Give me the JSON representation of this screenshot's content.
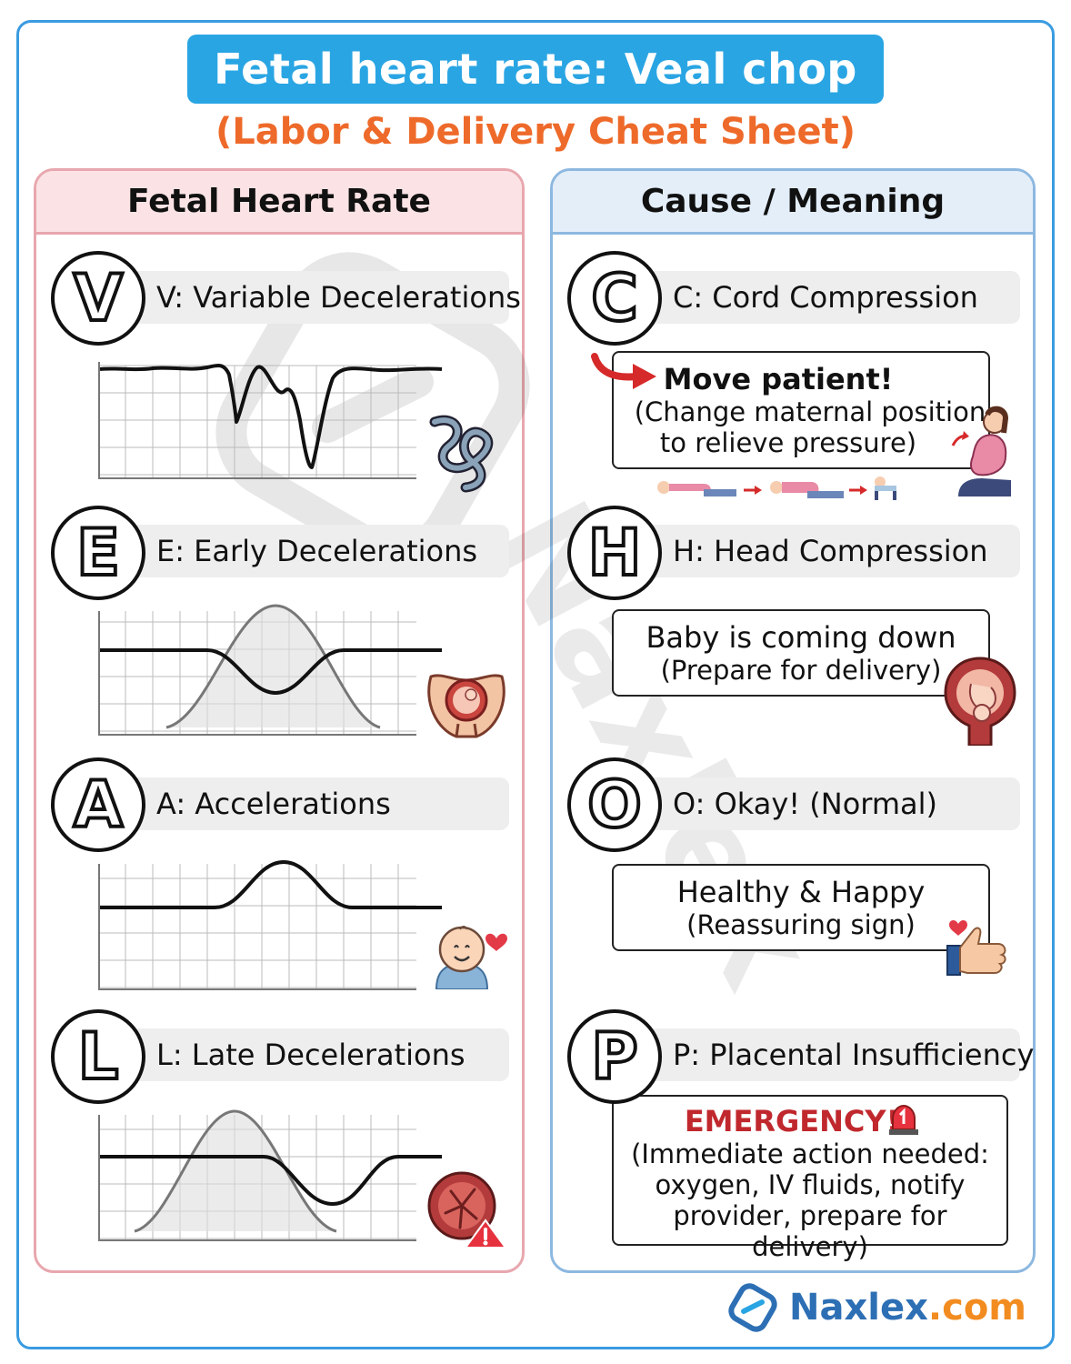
{
  "title": "Fetal heart rate: Veal chop",
  "subtitle": "(Labor & Delivery Cheat Sheet)",
  "columns": {
    "left_header": "Fetal Heart Rate",
    "right_header": "Cause / Meaning"
  },
  "fhr": [
    {
      "letter": "V",
      "label": "V: Variable Decelerations"
    },
    {
      "letter": "E",
      "label": "E: Early Decelerations"
    },
    {
      "letter": "A",
      "label": "A: Accelerations"
    },
    {
      "letter": "L",
      "label": "L: Late Decelerations"
    }
  ],
  "causes": [
    {
      "letter": "C",
      "label": "C: Cord Compression",
      "main": "Move patient!",
      "sub1": "(Change maternal position",
      "sub2": "to relieve pressure)"
    },
    {
      "letter": "H",
      "label": "H: Head Compression",
      "main": "Baby is coming down",
      "sub1": "(Prepare for delivery)"
    },
    {
      "letter": "O",
      "label": "O: Okay! (Normal)",
      "main": "Healthy & Happy",
      "sub1": "(Reassuring sign)"
    },
    {
      "letter": "P",
      "label": "P: Placental Insufficiency",
      "main": "EMERGENCY!",
      "sub1": "(Immediate action needed:",
      "sub2": "oxygen, IV fluids, notify",
      "sub3": "provider, prepare for delivery)"
    }
  ],
  "colors": {
    "accent": "#2aa5e3",
    "subtitle": "#ee6a2a",
    "emergency": "#c0282d"
  },
  "watermark": "Naxlex",
  "footer": {
    "brand": "Naxlex",
    "tld": ".com"
  }
}
